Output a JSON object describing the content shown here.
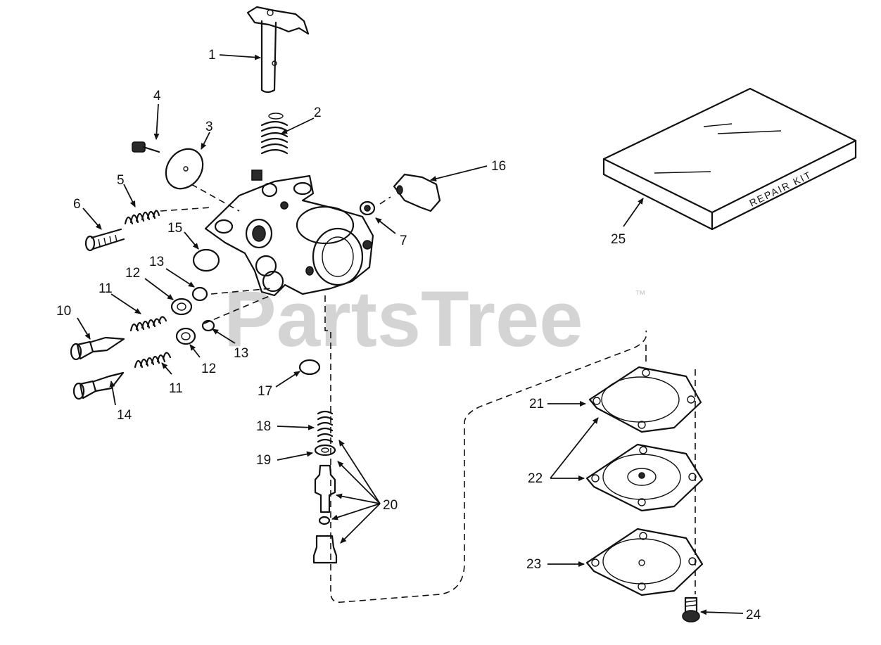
{
  "watermark": {
    "text": "PartsTree",
    "trademark": "™"
  },
  "kit_label": "REPAIR KIT",
  "callouts": [
    "1",
    "2",
    "3",
    "4",
    "5",
    "6",
    "7",
    "10",
    "11",
    "11",
    "12",
    "12",
    "13",
    "13",
    "14",
    "15",
    "16",
    "17",
    "18",
    "19",
    "20",
    "21",
    "22",
    "23",
    "24",
    "25"
  ]
}
